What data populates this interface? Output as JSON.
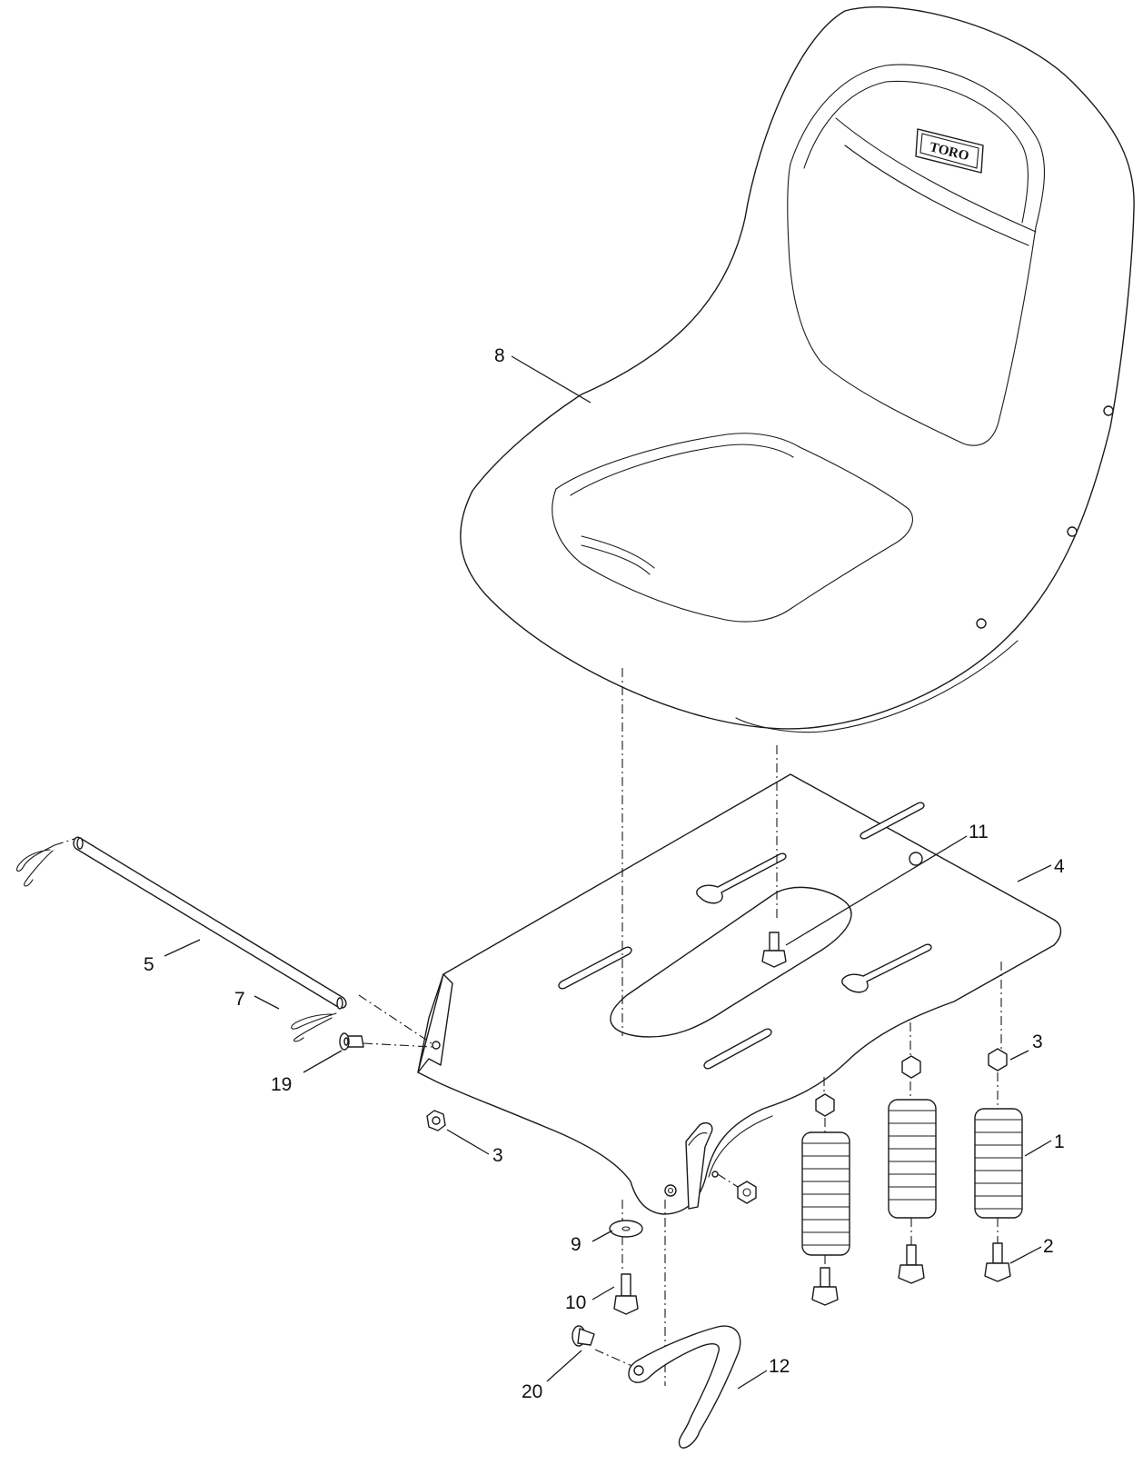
{
  "diagram": {
    "logo_text": "TORO",
    "callouts": {
      "c1": "1",
      "c2": "2",
      "c3a": "3",
      "c3b": "3",
      "c4": "4",
      "c5": "5",
      "c7": "7",
      "c8": "8",
      "c9": "9",
      "c10": "10",
      "c11": "11",
      "c12": "12",
      "c19": "19",
      "c20": "20"
    }
  }
}
